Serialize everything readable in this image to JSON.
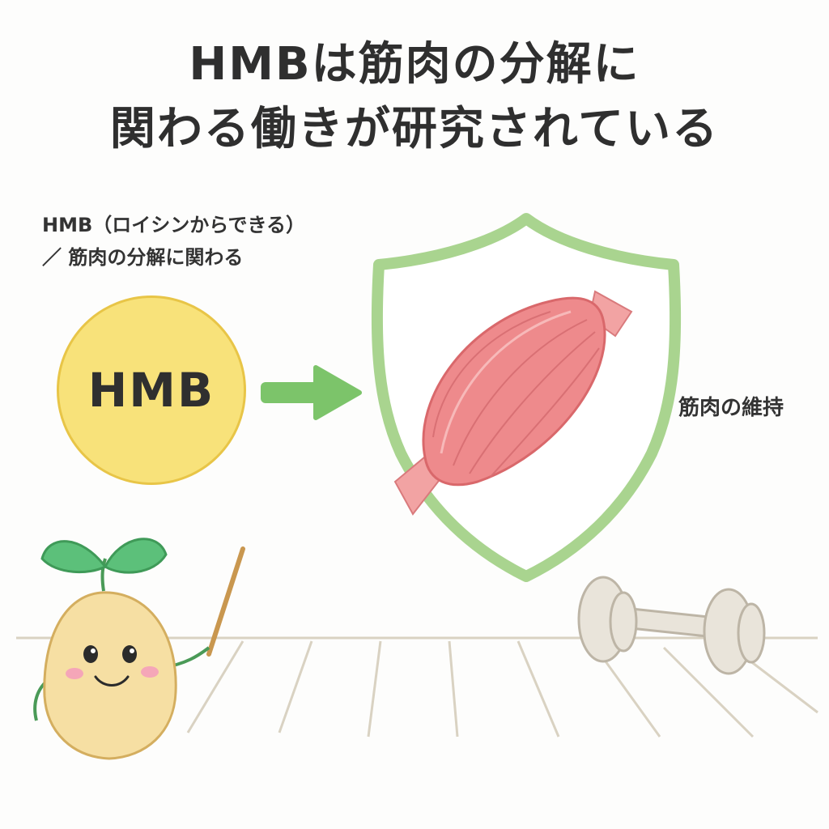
{
  "title": {
    "line1": "HMBは筋肉の分解に",
    "line2": "関わる働きが研究されている"
  },
  "note": {
    "line1": "HMB（ロイシンからできる）",
    "line2": "／ 筋肉の分解に関わる"
  },
  "hmb_badge": {
    "label": "HMB"
  },
  "result": {
    "label": "筋肉の維持"
  },
  "icons": {
    "arrow": "right-arrow-icon",
    "shield": "shield-icon",
    "muscle": "muscle-icon",
    "dumbbell": "dumbbell-icon",
    "mascot": "sprout-mascot"
  },
  "colors": {
    "badge_fill": "#f8e27a",
    "arrow": "#7cc46a",
    "shield_stroke": "#a9d48f",
    "muscle": "#ee8a8c",
    "sprout_leaf": "#5cc07a"
  }
}
